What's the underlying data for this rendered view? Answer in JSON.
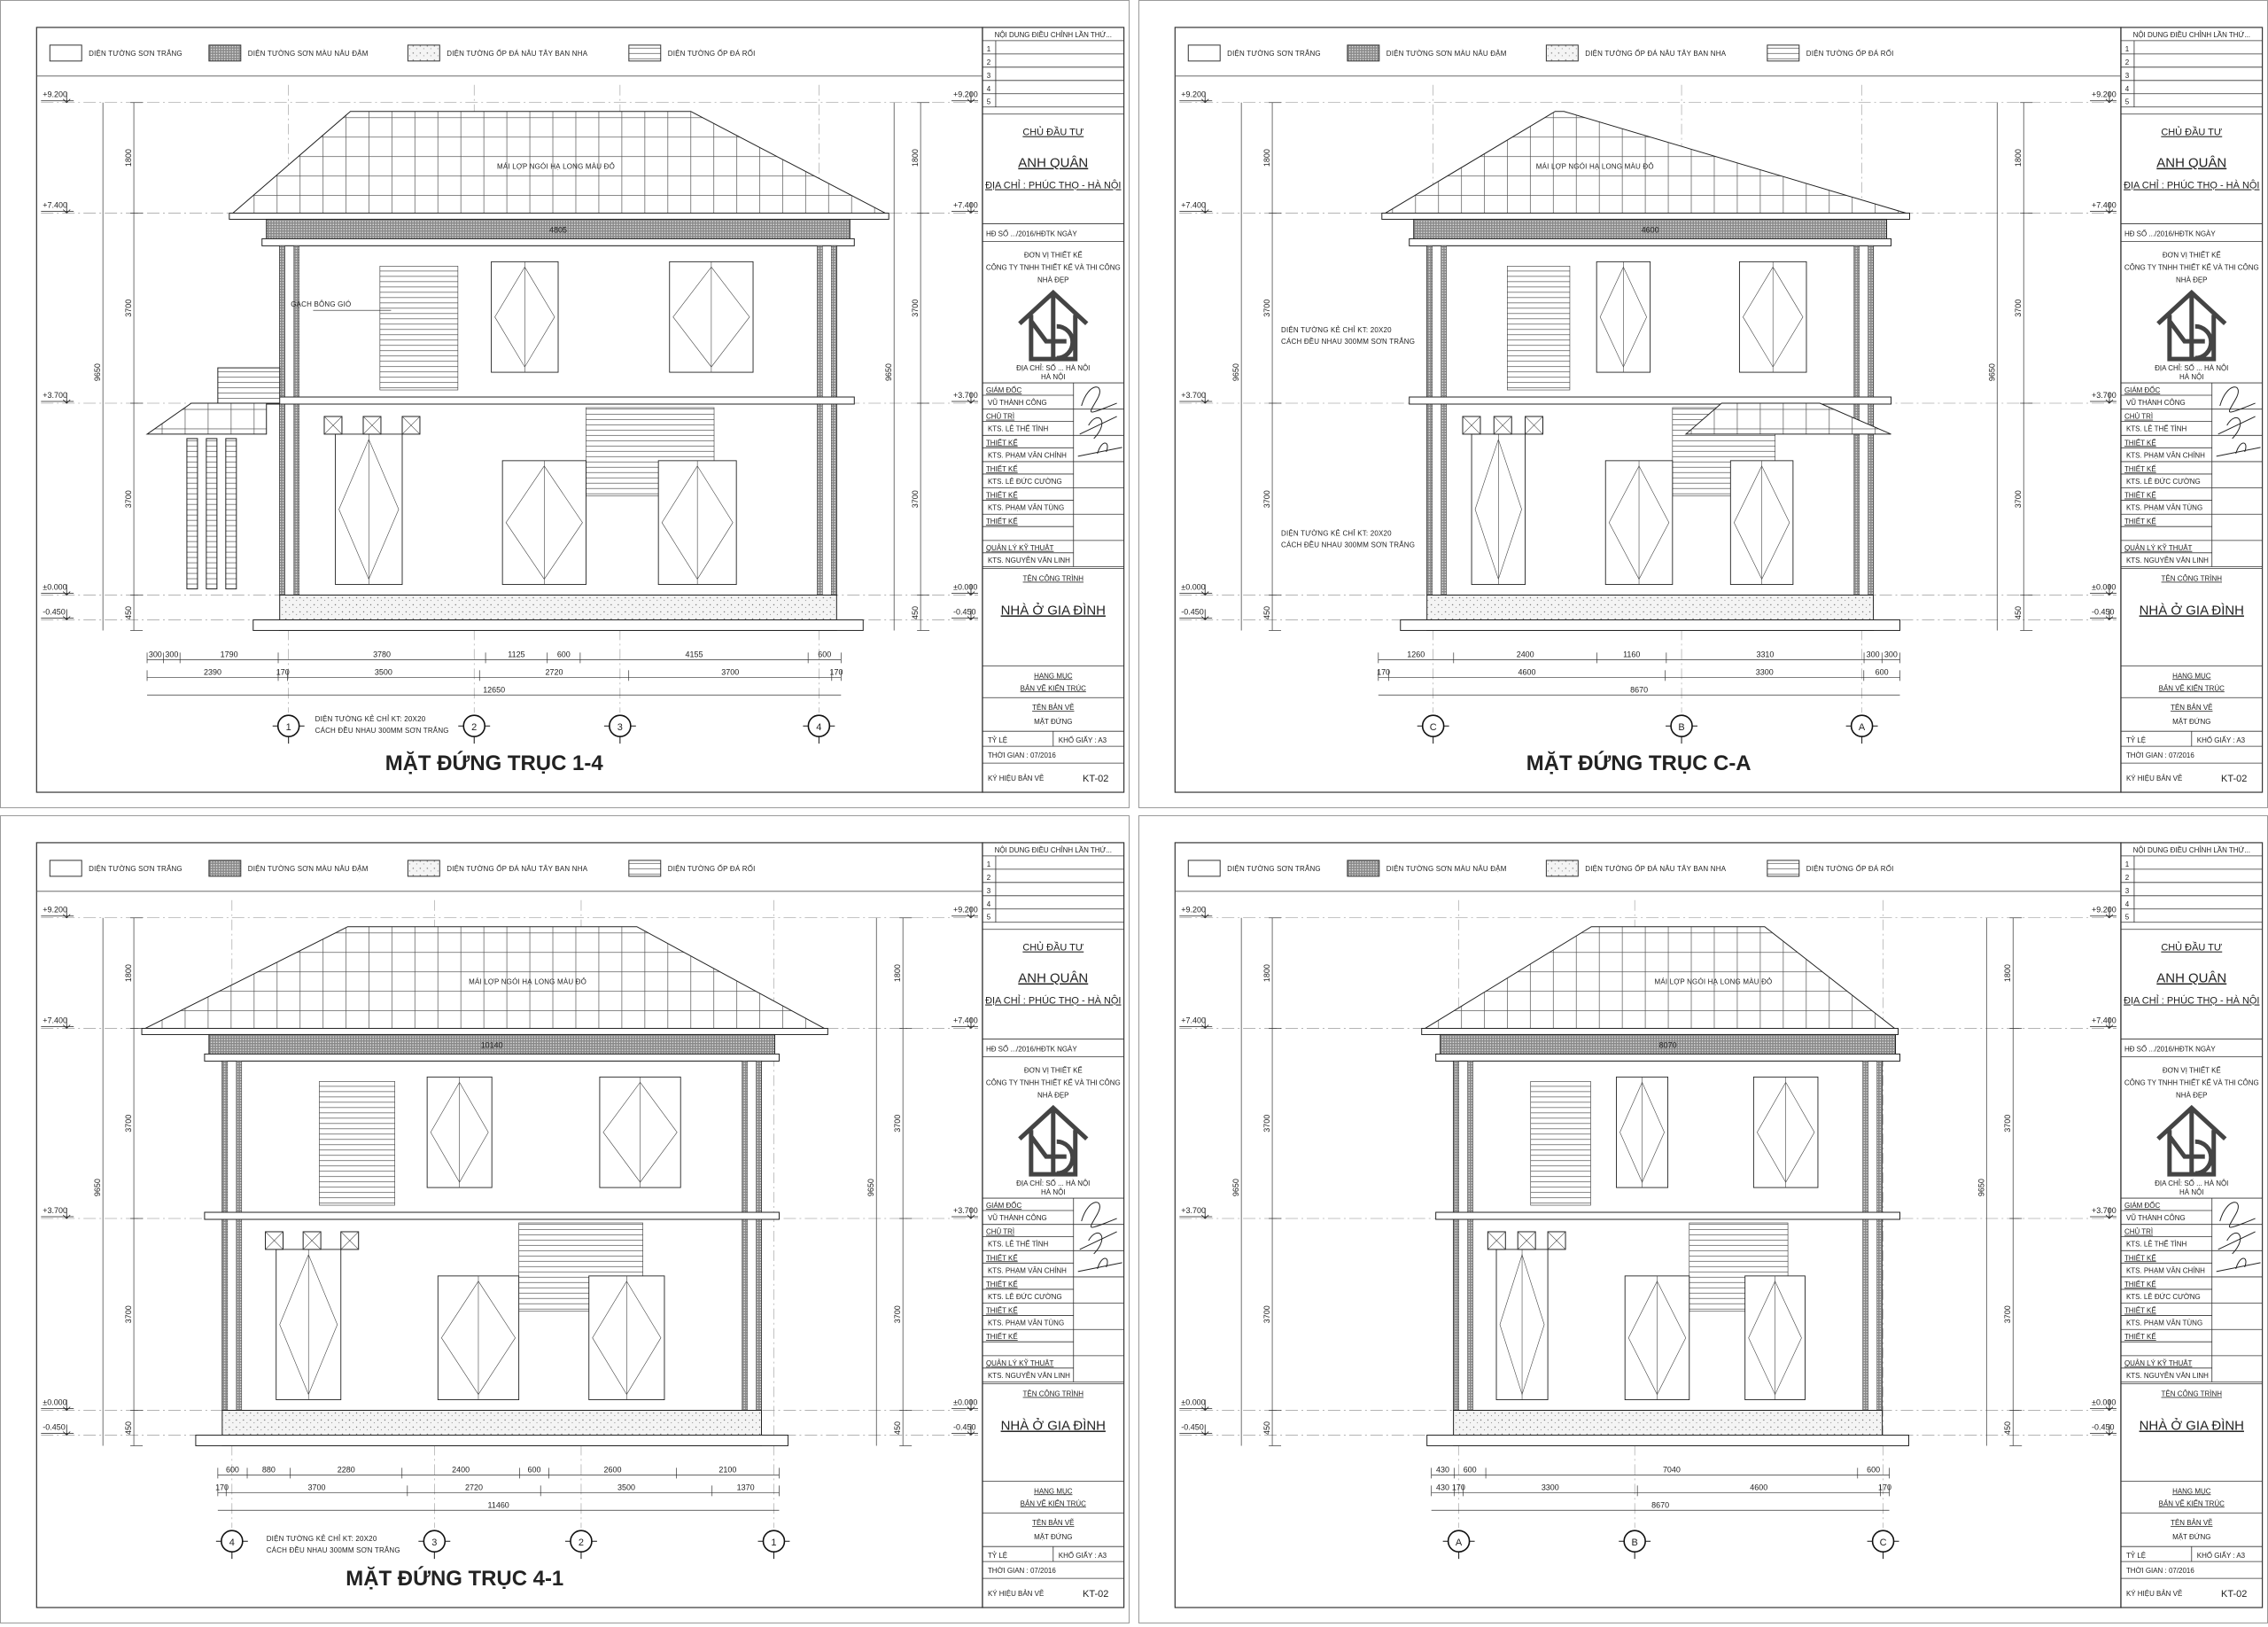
{
  "legend": [
    {
      "label": "DIỆN TƯỜNG SƠN TRẮNG",
      "swatch": "plain"
    },
    {
      "label": "DIỆN TƯỜNG SƠN MÀU NÂU ĐẬM",
      "swatch": "dense-grid"
    },
    {
      "label": "DIỆN TƯỜNG ỐP ĐÁ NÂU TÂY BAN NHA",
      "swatch": "speckle"
    },
    {
      "label": "DIỆN TƯỜNG ỐP ĐÁ RỐI",
      "swatch": "stripes"
    }
  ],
  "levels": [
    "+9.200",
    "+7.400",
    "+3.700",
    "±0.000",
    "-0.450"
  ],
  "vertical_dims": {
    "total": "9650",
    "parts": [
      "1800",
      "3700",
      "3700",
      "450"
    ]
  },
  "notes": {
    "wall_line_1": "DIỆN TƯỜNG KẺ CHỈ KT: 20X20",
    "wall_line_2": "CÁCH ĐỀU NHAU 300MM SƠN TRẮNG",
    "vent_brick": "GẠCH BÔNG GIÓ",
    "roof": "MÁI LỢP NGÓI HẠ LONG MÀU ĐỎ"
  },
  "sheets": [
    {
      "title": "MẶT ĐỨNG TRỤC 1-4",
      "axes": [
        "1",
        "2",
        "3",
        "4"
      ],
      "dims_row1": [
        "300",
        "300",
        "1790",
        "3780",
        "1125",
        "600",
        "4155",
        "600"
      ],
      "dims_row2": [
        "2390",
        "170",
        "3500",
        "2720",
        "3700",
        "170"
      ],
      "dims_total": "12650",
      "frieze_dim": "4805"
    },
    {
      "title": "MẶT ĐỨNG TRỤC C-A",
      "axes": [
        "C",
        "B",
        "A"
      ],
      "dims_row1": [
        "1260",
        "2400",
        "1160",
        "3310",
        "300",
        "300"
      ],
      "dims_row2": [
        "170",
        "4600",
        "3300",
        "600"
      ],
      "dims_total": "8670",
      "frieze_dim": "4600"
    },
    {
      "title": "MẶT ĐỨNG TRỤC 4-1",
      "axes": [
        "4",
        "3",
        "2",
        "1"
      ],
      "dims_row1": [
        "600",
        "880",
        "2280",
        "2400",
        "600",
        "2600",
        "2100"
      ],
      "dims_row2": [
        "170",
        "3700",
        "2720",
        "3500",
        "1370"
      ],
      "dims_total": "11460",
      "frieze_dim": "10140"
    },
    {
      "title": "",
      "axes": [
        "A",
        "B",
        "C"
      ],
      "dims_row1": [
        "430",
        "600",
        "7040",
        "600"
      ],
      "dims_row2": [
        "430",
        "170",
        "3300",
        "4600",
        "170"
      ],
      "dims_total": "8670",
      "frieze_dim": "8070"
    }
  ],
  "title_block": {
    "revision_header": "NỘI DUNG ĐIỀU CHỈNH LẦN THỨ...",
    "revision_rows": [
      "1",
      "2",
      "3",
      "4",
      "5"
    ],
    "client_label": "CHỦ ĐẦU TƯ",
    "client_name": "ANH QUÂN",
    "client_address": "ĐỊA CHỈ : PHÚC THỌ - HÀ NỘI",
    "contract": "HĐ SỐ .../2016/HĐTK NGÀY",
    "designer_label": "ĐƠN VỊ THIẾT KẾ",
    "designer_company": "CÔNG TY TNHH THIẾT KẾ VÀ THI CÔNG",
    "designer_brand": "NHÀ ĐẸP",
    "designer_address_1": "ĐỊA CHỈ: SỐ ... HÀ NỘI",
    "designer_address_2": "HÀ NỘI",
    "staff": [
      {
        "role": "GIÁM ĐỐC",
        "name": "VŨ THÀNH CÔNG"
      },
      {
        "role": "CHỦ TRÌ",
        "name": "KTS. LÊ THẾ TÌNH"
      },
      {
        "role": "THIẾT KẾ",
        "name": "KTS. PHẠM VĂN CHÍNH"
      },
      {
        "role": "THIẾT KẾ",
        "name": "KTS. LÊ ĐỨC CƯỜNG"
      },
      {
        "role": "THIẾT KẾ",
        "name": "KTS. PHẠM VĂN TÙNG"
      },
      {
        "role": "THIẾT KẾ",
        "name": ""
      },
      {
        "role": "QUẢN LÝ KỸ THUẬT",
        "name": "KTS. NGUYỄN VĂN LINH"
      }
    ],
    "project_label": "TÊN CÔNG TRÌNH",
    "project_name": "NHÀ Ở GIA ĐÌNH",
    "category_label": "HẠNG MỤC",
    "category_value": "BẢN VẼ KIẾN TRÚC",
    "drawing_label": "TÊN BẢN VẼ",
    "drawing_value": "MẶT ĐỨNG",
    "scale_label": "TỶ LỆ",
    "paper": "KHỔ GIẤY : A3",
    "date": "THỜI GIAN : 07/2016",
    "code_label": "KÝ HIỆU BẢN VẼ",
    "code": "KT-02"
  }
}
